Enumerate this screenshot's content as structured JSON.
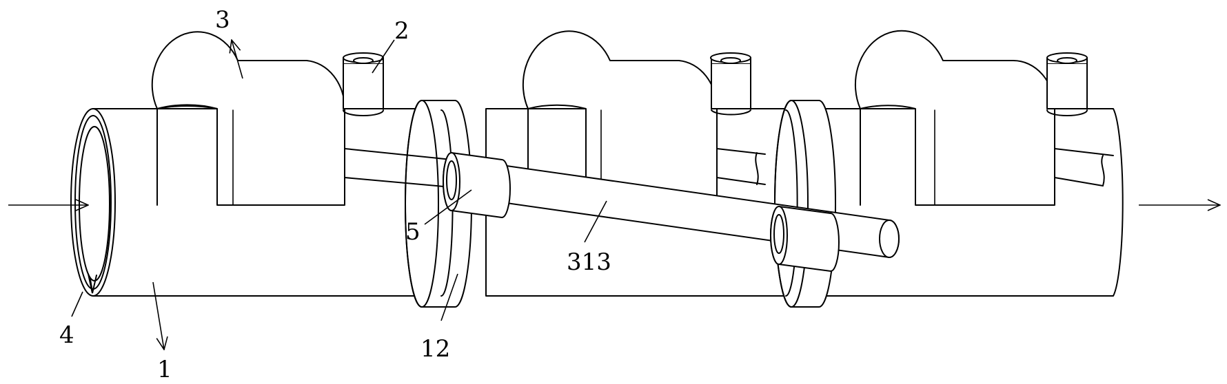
{
  "labels": {
    "l1": "1",
    "l2": "2",
    "l3": "3",
    "l4": "4",
    "l5": "5",
    "l12": "12",
    "l313": "313"
  },
  "colors": {
    "line": "#000000",
    "background": "#ffffff"
  }
}
